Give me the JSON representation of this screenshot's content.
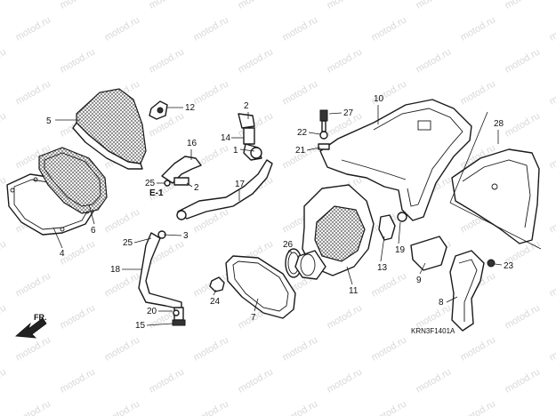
{
  "diagram": {
    "watermark_text": "motod.ru",
    "drawing_code": "KRN3F1401A",
    "front_marker": "FR.",
    "ref_mark": "E-1",
    "callouts": [
      {
        "id": "p1",
        "label": "1"
      },
      {
        "id": "p2a",
        "label": "2"
      },
      {
        "id": "p2b",
        "label": "2"
      },
      {
        "id": "p3",
        "label": "3"
      },
      {
        "id": "p4",
        "label": "4"
      },
      {
        "id": "p5",
        "label": "5"
      },
      {
        "id": "p6",
        "label": "6"
      },
      {
        "id": "p7",
        "label": "7"
      },
      {
        "id": "p8",
        "label": "8"
      },
      {
        "id": "p9",
        "label": "9"
      },
      {
        "id": "p10",
        "label": "10"
      },
      {
        "id": "p11",
        "label": "11"
      },
      {
        "id": "p12",
        "label": "12"
      },
      {
        "id": "p13",
        "label": "13"
      },
      {
        "id": "p14",
        "label": "14"
      },
      {
        "id": "p15",
        "label": "15"
      },
      {
        "id": "p16",
        "label": "16"
      },
      {
        "id": "p17",
        "label": "17"
      },
      {
        "id": "p18",
        "label": "18"
      },
      {
        "id": "p19",
        "label": "19"
      },
      {
        "id": "p20",
        "label": "20"
      },
      {
        "id": "p21",
        "label": "21"
      },
      {
        "id": "p22",
        "label": "22"
      },
      {
        "id": "p23",
        "label": "23"
      },
      {
        "id": "p24",
        "label": "24"
      },
      {
        "id": "p25a",
        "label": "25"
      },
      {
        "id": "p25b",
        "label": "25"
      },
      {
        "id": "p26",
        "label": "26"
      },
      {
        "id": "p27",
        "label": "27"
      },
      {
        "id": "p28",
        "label": "28"
      }
    ]
  }
}
